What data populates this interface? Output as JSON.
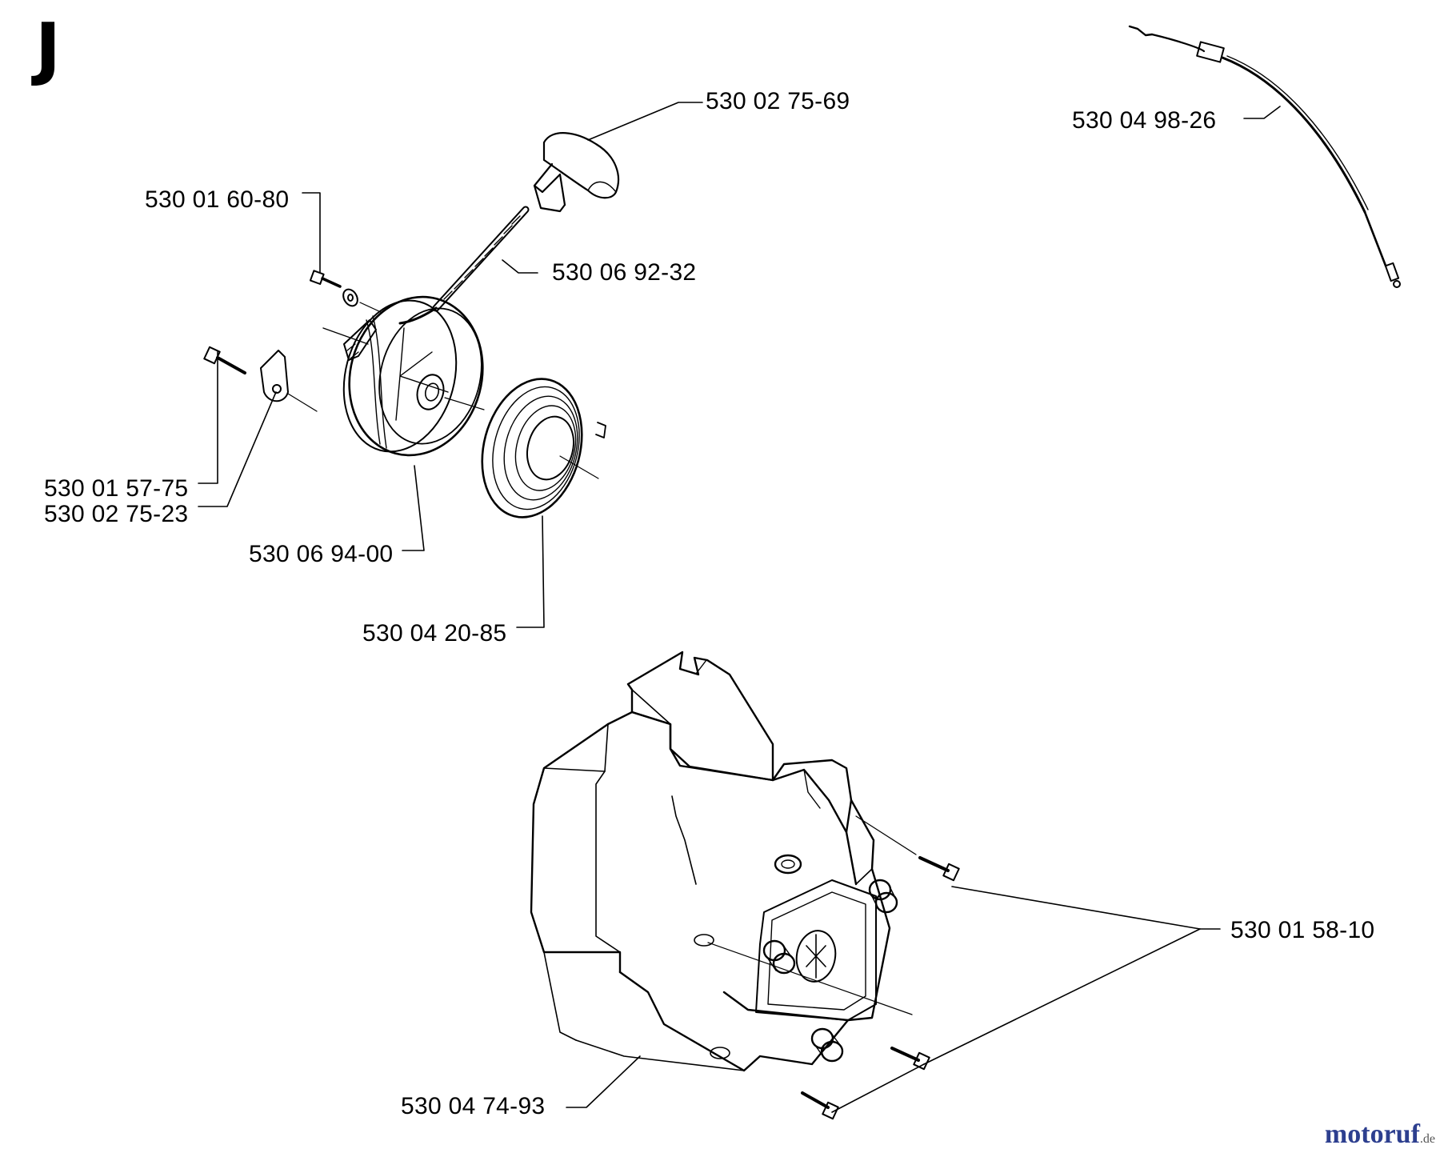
{
  "section": {
    "letter": "J"
  },
  "parts": [
    {
      "id": "handle",
      "label": "530 02 75-69",
      "icon": "starter-handle"
    },
    {
      "id": "cable",
      "label": "530 04 98-26",
      "icon": "throttle-cable"
    },
    {
      "id": "screw-small",
      "label": "530 01 60-80",
      "icon": "screw"
    },
    {
      "id": "rope",
      "label": "530 06 92-32",
      "icon": "starter-rope"
    },
    {
      "id": "screw-pawl",
      "label": "530 01 57-75",
      "icon": "screw"
    },
    {
      "id": "pawl",
      "label": "530 02 75-23",
      "icon": "pawl"
    },
    {
      "id": "pulley",
      "label": "530 06 94-00",
      "icon": "rope-pulley"
    },
    {
      "id": "spring",
      "label": "530 04 20-85",
      "icon": "recoil-spring"
    },
    {
      "id": "housing-screws",
      "label": "530 01 58-10",
      "icon": "screw"
    },
    {
      "id": "housing",
      "label": "530 04 74-93",
      "icon": "starter-housing"
    }
  ],
  "watermark": {
    "name": "motoruf",
    "tld": ".de"
  },
  "colors": {
    "line": "#000000",
    "background": "#ffffff",
    "watermark": "#2d3f8f"
  }
}
